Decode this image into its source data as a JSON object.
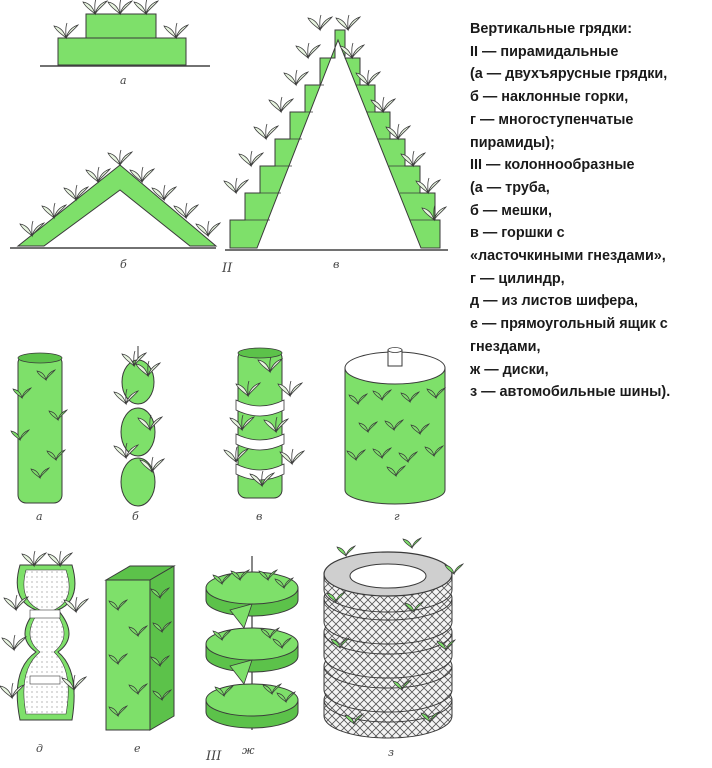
{
  "caption": {
    "lines": [
      "Вертикальные грядки:",
      "II — пирамидальные",
      "(а — двухъярусные грядки,",
      "б — наклонные горки,",
      "г — многоступенчатые",
      "пирамиды);",
      "III — колоннообразные",
      "(а — труба,",
      "б — мешки,",
      "в — горшки с",
      "«ласточкиными гнездами»,",
      "г — цилиндр,",
      "д — из листов шифера,",
      "е — прямоугольный ящик с",
      "гнездами,",
      "ж — диски,",
      "з — автомобильные шины)."
    ]
  },
  "figure_labels": {
    "II_a": "а",
    "II_b": "б",
    "II_v": "в",
    "II_roman": "II",
    "III_a": "а",
    "III_b": "б",
    "III_v": "в",
    "III_g": "г",
    "III_d": "д",
    "III_e": "е",
    "III_zh": "ж",
    "III_z": "з",
    "III_roman": "III"
  },
  "colors": {
    "green": "#7ee06a",
    "green_dark": "#5cc24a",
    "outline": "#3a3a3a",
    "leaf": "#4f9c3c",
    "text": "#1a1a1a"
  }
}
